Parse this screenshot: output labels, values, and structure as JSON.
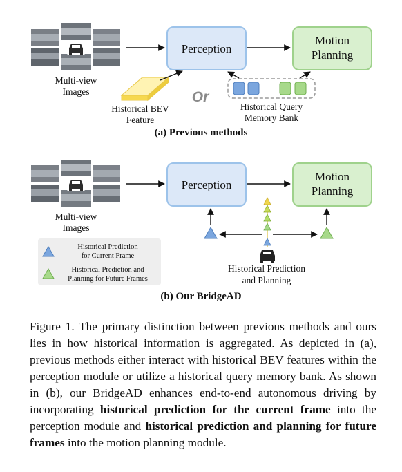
{
  "top_panel": {
    "images_label": [
      "Multi-view",
      "Images"
    ],
    "perception": "Perception",
    "motion_planning": [
      "Motion",
      "Planning"
    ],
    "bev_label": [
      "Historical BEV",
      "Feature"
    ],
    "or_text": "Or",
    "query_label": [
      "Historical Query",
      "Memory Bank"
    ],
    "subcaption": "(a) Previous methods"
  },
  "bottom_panel": {
    "images_label": [
      "Multi-view",
      "Images"
    ],
    "perception": "Perception",
    "motion_planning": [
      "Motion",
      "Planning"
    ],
    "legend": {
      "item1": [
        "Historical Prediction",
        "for Current Frame"
      ],
      "item2": [
        "Historical Prediction and",
        "Planning for Future Frames"
      ]
    },
    "hist_label": [
      "Historical Prediction",
      "and Planning"
    ],
    "subcaption": "(b) Our BridgeAD"
  },
  "colors": {
    "perception_fill": "#dce8f8",
    "perception_stroke": "#9dc3ea",
    "planning_fill": "#d9f0cf",
    "planning_stroke": "#9fd28c",
    "blue_triangle": "#7ba6de",
    "green_triangle": "#a7d98a",
    "yellow_triangle": "#f0d64c",
    "bev_yellow": "#fbe98d"
  },
  "caption": {
    "t1": "Figure 1. The primary distinction between previous methods and ours lies in how historical information is aggregated. As depicted in (a), previous methods either interact with historical BEV features within the perception module or utilize a historical query memory bank. As shown in (b), our BridgeAD enhances end-to-end autonomous driving by incorporating ",
    "b1": "historical prediction for the current frame",
    "t2": " into the perception module and ",
    "b2": "historical prediction and planning for future frames",
    "t3": " into the motion planning module."
  }
}
